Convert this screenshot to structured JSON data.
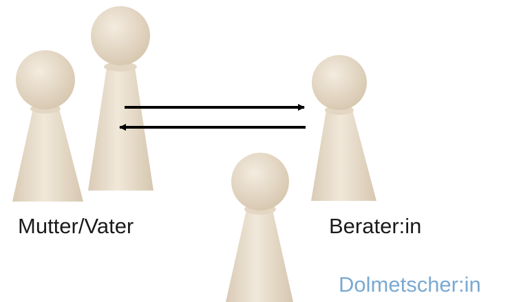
{
  "labels": {
    "parent": "Mutter/Vater",
    "counselor": "Berater:in",
    "interpreter": "Dolmetscher:in"
  },
  "colors": {
    "text": "#1a1a1a",
    "interpreter_text": "#7aa9d2",
    "wood": "#ece2d3",
    "wood_shadow": "#d8c9b3",
    "arrow": "#000000"
  },
  "arrows": [
    {
      "from": "parent",
      "to": "counselor"
    },
    {
      "from": "counselor",
      "to": "parent"
    }
  ]
}
